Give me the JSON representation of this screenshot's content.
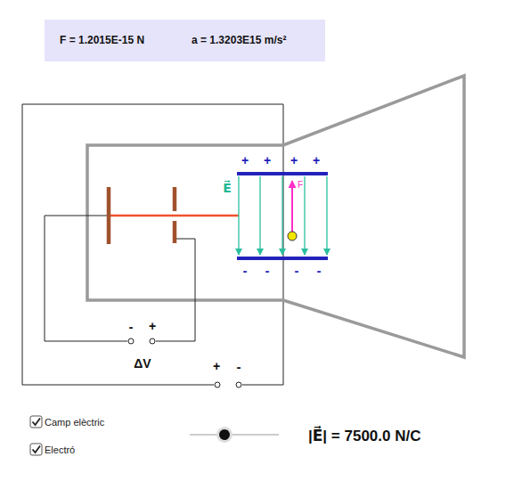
{
  "diagram": {
    "nodes": [
      {
        "text": [
          "F = 1.2015E-15 N",
          "a = 1.3203E15 m/s²"
        ]
      }
    ],
    "labels": [
      "+",
      "+",
      "+",
      "+",
      "E⃗",
      "F",
      "-",
      "-",
      "-",
      "-",
      "-",
      "+",
      "ΔV",
      "+",
      "-",
      "Camp elèctric",
      "Electró",
      "|E⃗| = 7500.0 N/C"
    ]
  }
}
